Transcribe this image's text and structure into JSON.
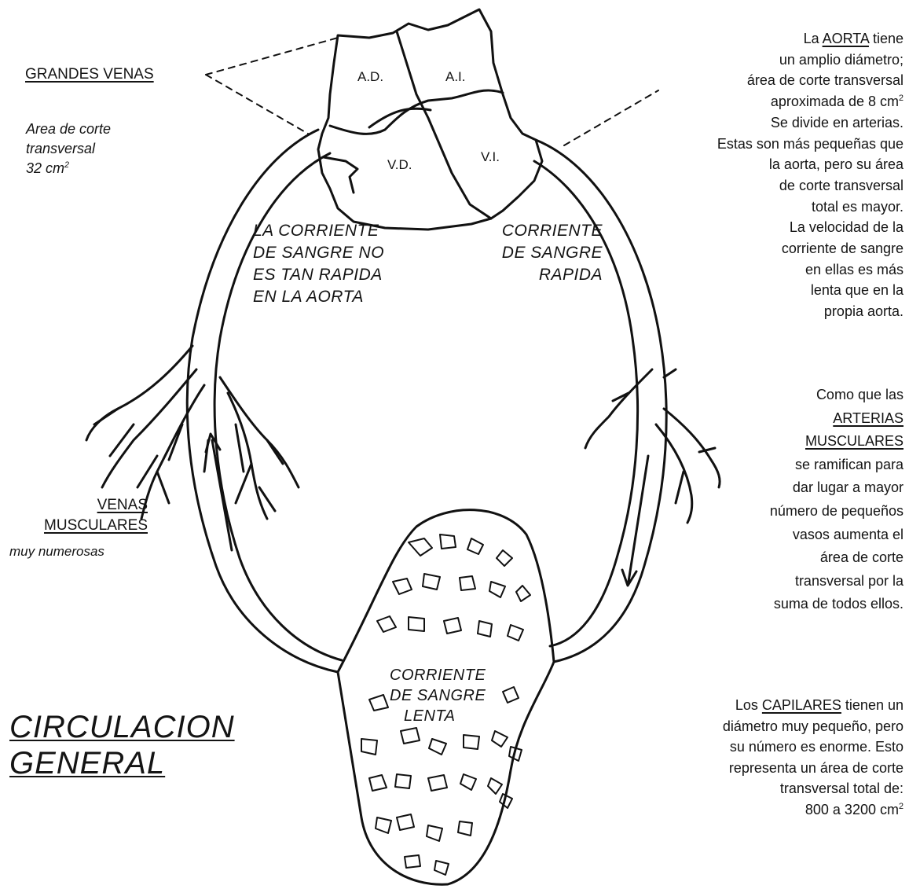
{
  "chambers": {
    "ad": "A.D.",
    "ai": "A.I.",
    "vd": "V.D.",
    "vi": "V.I."
  },
  "grandes_venas": {
    "label": "GRANDES VENAS"
  },
  "venas_area": {
    "lines": [
      "Area de corte",
      "transversal",
      "32 cm"
    ],
    "sup": "2"
  },
  "aorta_note": {
    "pre": "La ",
    "keyword": "AORTA",
    "post": " tiene",
    "lines": [
      "un amplio diámetro;",
      "área de corte transversal"
    ],
    "approx": "aproximada de 8 cm",
    "approx_sup": "2",
    "rest": [
      "Se divide en arterias.",
      "Estas son más pequeñas que",
      "la aorta, pero su área",
      "de corte transversal",
      "total es mayor.",
      "La velocidad de la",
      "corriente de sangre",
      "en ellas es más",
      "lenta que en la",
      "propia aorta."
    ]
  },
  "corriente_lenta_aorta": {
    "lines": [
      "LA CORRIENTE",
      "DE SANGRE NO",
      "ES TAN RAPIDA",
      "EN LA AORTA"
    ]
  },
  "corriente_rapida": {
    "lines": [
      "CORRIENTE",
      "DE SANGRE",
      "RAPIDA"
    ]
  },
  "arterias_note": {
    "line1": "Como que las",
    "keywords": [
      "ARTERIAS",
      "MUSCULARES"
    ],
    "rest": [
      "se ramifican para",
      "dar lugar a mayor",
      "número de pequeños",
      "vasos aumenta el",
      "área de corte",
      "transversal por la",
      "suma de todos ellos."
    ]
  },
  "venas_musculares": {
    "keywords": [
      "VENAS",
      "MUSCULARES"
    ],
    "note": "muy numerosas"
  },
  "capillary_label": {
    "lines": [
      "CORRIENTE",
      "DE SANGRE",
      "LENTA"
    ]
  },
  "title": {
    "lines": [
      "CIRCULACION",
      "GENERAL"
    ]
  },
  "capilares_note": {
    "pre": "Los ",
    "keyword": "CAPILARES",
    "post": " tienen un",
    "rest": [
      "diámetro muy pequeño, pero",
      "su número es enorme. Esto",
      "representa un área de corte",
      "transversal total de:"
    ],
    "last": "800 a 3200 cm",
    "last_sup": "2"
  }
}
